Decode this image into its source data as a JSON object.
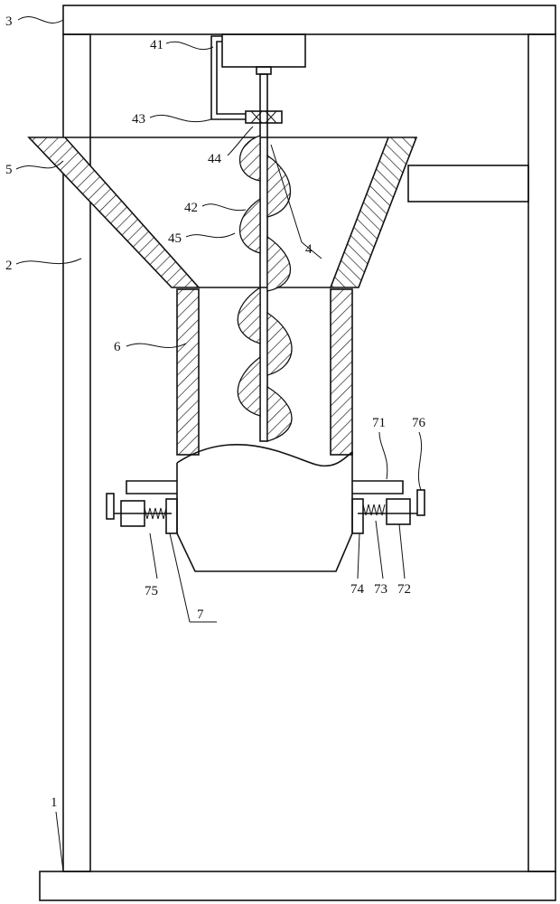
{
  "labels": {
    "n1": "1",
    "n2": "2",
    "n3": "3",
    "n4": "4",
    "n41": "41",
    "n42": "42",
    "n43": "43",
    "n44": "44",
    "n45": "45",
    "n5": "5",
    "n6": "6",
    "n7": "7",
    "n71": "71",
    "n72": "72",
    "n73": "73",
    "n74": "74",
    "n75": "75",
    "n76": "76"
  }
}
